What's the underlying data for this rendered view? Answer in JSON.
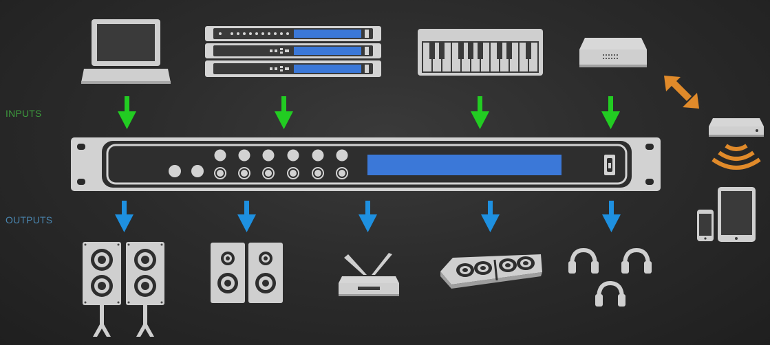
{
  "labels": {
    "inputs": "INPUTS",
    "outputs": "OUTPUTS"
  },
  "colors": {
    "background": "#2a2a2a",
    "device_gray": "#d0d0d0",
    "device_dark": "#3a3a3a",
    "input_arrow": "#22cc22",
    "output_arrow": "#1e90e0",
    "network_arrow": "#e08a2a",
    "display_blue": "#3b78d8",
    "inputs_text": "#3d9a3d",
    "outputs_text": "#4a86b0"
  },
  "inputs": [
    {
      "name": "laptop",
      "icon": "laptop-icon"
    },
    {
      "name": "rack-units",
      "icon": "rack-units-icon"
    },
    {
      "name": "keyboard",
      "icon": "midi-keyboard-icon"
    },
    {
      "name": "network-switch",
      "icon": "network-switch-icon"
    }
  ],
  "outputs": [
    {
      "name": "large-speakers",
      "icon": "floor-speakers-icon"
    },
    {
      "name": "bookshelf-speakers",
      "icon": "bookshelf-speakers-icon"
    },
    {
      "name": "recorder",
      "icon": "recorder-icon"
    },
    {
      "name": "stage-monitors",
      "icon": "stage-monitors-icon"
    },
    {
      "name": "headphones",
      "icon": "headphones-icon"
    }
  ],
  "wireless": [
    {
      "name": "wifi-router",
      "icon": "wifi-router-icon"
    },
    {
      "name": "phone",
      "icon": "phone-icon"
    },
    {
      "name": "tablet",
      "icon": "tablet-icon"
    }
  ]
}
